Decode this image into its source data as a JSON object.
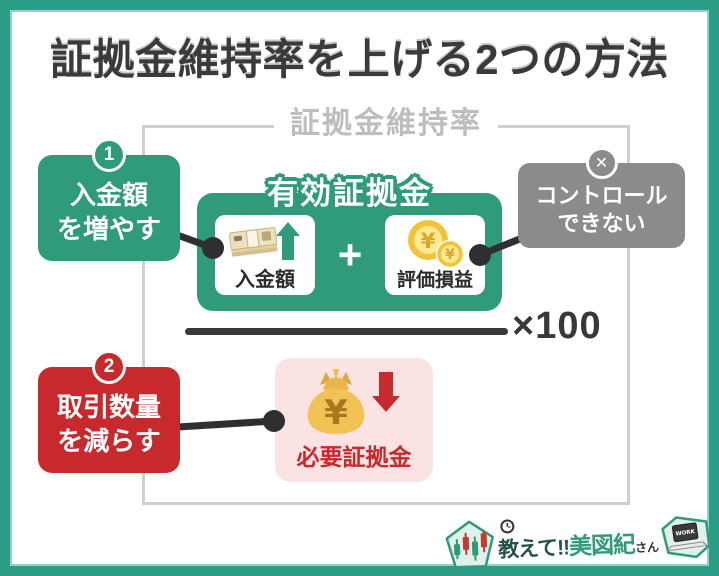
{
  "colors": {
    "green": "#2F9B7A",
    "border_green": "#2B9C85",
    "border_inner": "#93D1C1",
    "red": "#C8292D",
    "pink": "#FBE3E3",
    "gray": "#8B8B8B",
    "frame_gray": "#CFCFCF",
    "frame_label_gray": "#BDBDBD",
    "ink": "#3A3A3A",
    "gold": "#F2C239"
  },
  "title": "証拠金維持率を上げる2つの方法",
  "frame": {
    "label": "証拠金維持率"
  },
  "methods": {
    "method1": {
      "number": "1",
      "label": "入金額\nを増やす"
    },
    "method2": {
      "number": "2",
      "label": "取引数量\nを減らす"
    }
  },
  "uncontrollable": {
    "symbol": "✕",
    "label": "コントロール\nできない"
  },
  "formula": {
    "numerator_label": "有効証拠金",
    "deposit_label": "入金額",
    "plus": "+",
    "pnl_label": "評価損益",
    "multiplier": "×100",
    "denominator_label": "必要証拠金"
  },
  "icons": {
    "banknote_up": "banknote-stack-with-green-up-arrow",
    "yen_coins": "two-gold-yen-coins",
    "money_bag_down": "yen-money-bag-with-red-down-arrow",
    "cross_badge": "circled-cross",
    "candlestick": "candlestick-chart-pentagon",
    "clock": "alarm-clock",
    "laptop": "laptop-computer"
  },
  "logo": {
    "part1": "教えて!!",
    "part2": "美図紀",
    "part3": "さん",
    "laptop_text": "WORK"
  }
}
